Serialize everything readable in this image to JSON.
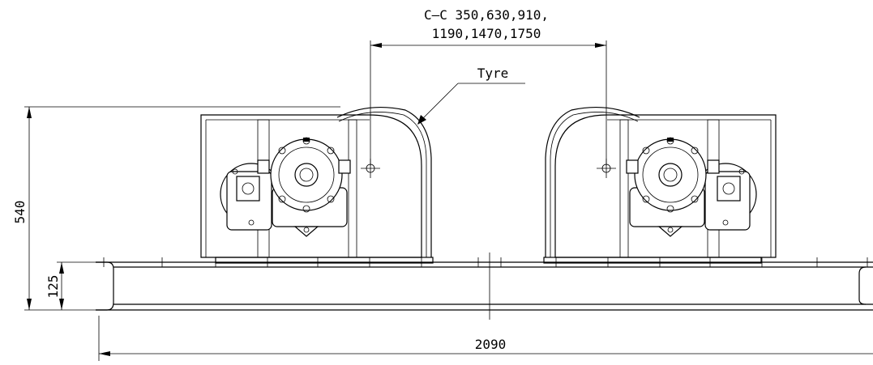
{
  "diagram": {
    "labels": {
      "cc_line1": "C–C 350,630,910,",
      "cc_line2": "1190,1470,1750",
      "tyre": "Tyre",
      "dim_height_total": "540",
      "dim_height_base": "125",
      "dim_width_total": "2090"
    },
    "colors": {
      "line": "#000000",
      "background": "#ffffff"
    }
  }
}
